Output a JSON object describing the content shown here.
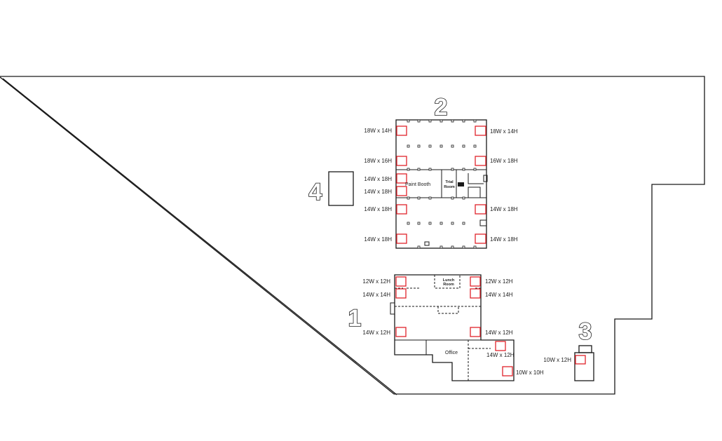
{
  "buildings": [
    {
      "id": "1",
      "label": "1"
    },
    {
      "id": "2",
      "label": "2"
    },
    {
      "id": "3",
      "label": "3"
    },
    {
      "id": "4",
      "label": "4"
    }
  ],
  "rooms": {
    "paint_booth": "Paint Booth",
    "trial_room_1": "Trial",
    "trial_room_2": "Room",
    "lunch_room_1": "Lunch",
    "lunch_room_2": "Room",
    "office": "Office"
  },
  "door_colors": {
    "overhead_door": "#e0242b"
  },
  "doors": {
    "b2_l1": "18W x 14H",
    "b2_r1": "18W x 14H",
    "b2_l2": "18W x 16H",
    "b2_r2": "16W x 18H",
    "b2_l3": "14W x 18H",
    "b2_l4": "14W x 18H",
    "b2_l5": "14W x 18H",
    "b2_r5": "14W x 18H",
    "b2_l6": "14W x 18H",
    "b2_r6": "14W x 18H",
    "b1_l1": "12W x 12H",
    "b1_r1": "12W x 12H",
    "b1_l2": "14W x 14H",
    "b1_r2": "14W x 14H",
    "b1_l3": "14W x 12H",
    "b1_r3": "14W x 12H",
    "b1_r4": "14W x 12H",
    "b1_r5": "10W x 10H",
    "b3_l1": "10W x 12H"
  }
}
